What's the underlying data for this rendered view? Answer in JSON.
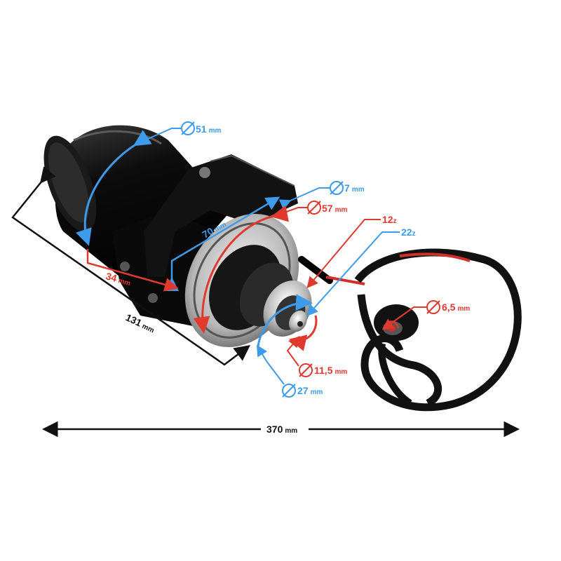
{
  "dimensions": {
    "housing_diameter": {
      "value": "51",
      "unit": "mm",
      "color": "#3d9be9"
    },
    "flange_bolt_diameter": {
      "value": "7",
      "unit": "mm",
      "color": "#3d9be9"
    },
    "flange_diameter": {
      "value": "57",
      "unit": "mm",
      "color": "#e03a2f"
    },
    "gear_small_teeth": {
      "value": "12",
      "unit": "z",
      "color": "#e03a2f"
    },
    "gear_large_teeth": {
      "value": "22",
      "unit": "z",
      "color": "#3d9be9"
    },
    "bolt_spacing": {
      "value": "70",
      "unit": "mm",
      "color": "#3d9be9"
    },
    "mount_offset": {
      "value": "34",
      "unit": "mm",
      "color": "#e03a2f"
    },
    "body_length": {
      "value": "131",
      "unit": "mm",
      "color": "#111111"
    },
    "cable_eyelet_diameter": {
      "value": "6,5",
      "unit": "mm",
      "color": "#e03a2f"
    },
    "small_gear_diameter": {
      "value": "11,5",
      "unit": "mm",
      "color": "#e03a2f"
    },
    "large_gear_diameter": {
      "value": "27",
      "unit": "mm",
      "color": "#3d9be9"
    },
    "total_length": {
      "value": "370",
      "unit": "mm",
      "color": "#111111"
    }
  },
  "product": {
    "casing_color": "#0d0d0d",
    "flange_color": "#c9c9c9",
    "wire_color": "#d0302a"
  }
}
